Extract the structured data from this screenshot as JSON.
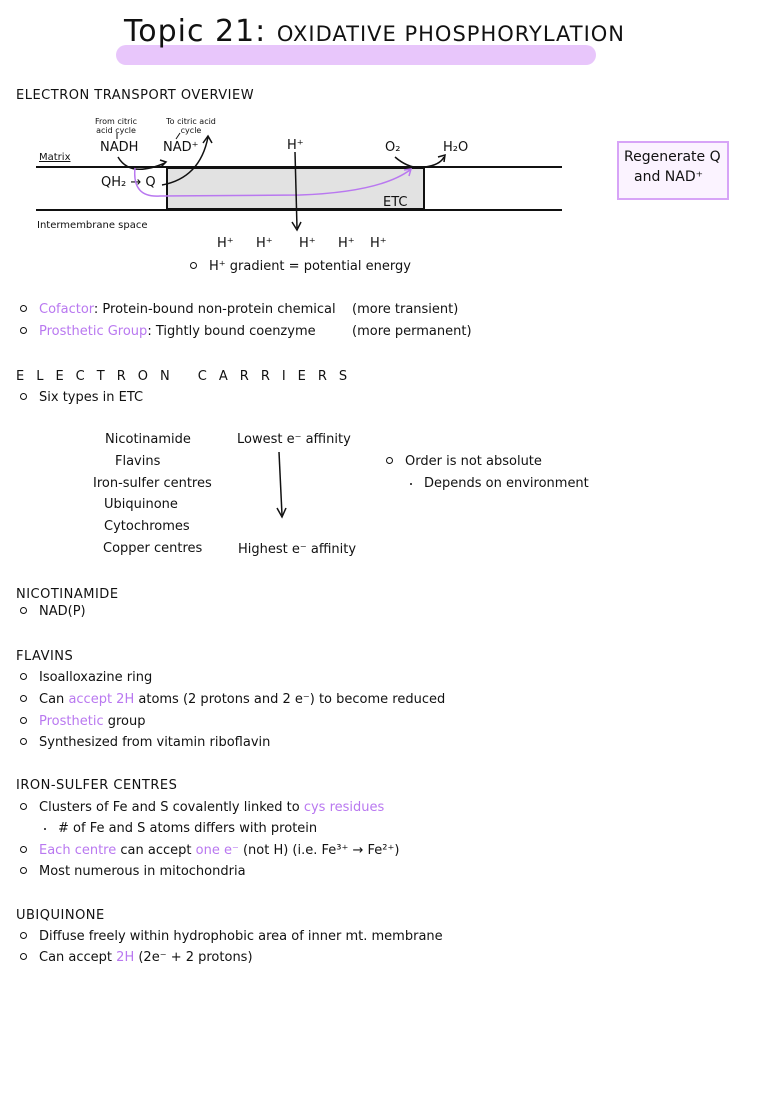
{
  "title": {
    "prefix": "Topic 21:",
    "main": "Oxidative Phosphorylation"
  },
  "colors": {
    "highlight": "#e8c6fb",
    "accent_purple": "#b978f0",
    "etc_fill": "#e2e2e2",
    "note_border": "#d7a4f7"
  },
  "overview": {
    "heading": "ELECTRON TRANSPORT OVERVIEW",
    "diagram": {
      "from_cycle_note": "From citric acid cycle",
      "to_cycle_note": "To citric acid cycle",
      "nadh": "NADH",
      "nad_plus": "NAD⁺",
      "h_plus_top": "H⁺",
      "o2": "O₂",
      "h2o": "H₂O",
      "matrix": "Matrix",
      "qh2_q": "QH₂ → Q",
      "etc": "ETC",
      "intermembrane": "Intermembrane space",
      "h_plus_row": [
        "H⁺",
        "H⁺",
        "H⁺",
        "H⁺",
        "H⁺"
      ],
      "gradient_note": "H⁺ gradient = potential energy"
    },
    "note_box": {
      "line1": "Regenerate Q",
      "line2": "and NAD⁺"
    }
  },
  "definitions": [
    {
      "term": "Cofactor",
      "sep": ":",
      "text": "Protein-bound non-protein chemical",
      "note": "(more transient)"
    },
    {
      "term": "Prosthetic Group",
      "sep": ":",
      "text": "Tightly bound coenzyme",
      "note": "(more permanent)"
    }
  ],
  "electron_carriers": {
    "heading": "ELECTRON CARRIERS",
    "bullet": "Six types in ETC",
    "list": [
      "Nicotinamide",
      "Flavins",
      "Iron-sulfer centres",
      "Ubiquinone",
      "Cytochromes",
      "Copper centres"
    ],
    "lowest": "Lowest e⁻ affinity",
    "highest": "Highest e⁻ affinity",
    "order_note": "Order is not absolute",
    "order_sub": "Depends on environment"
  },
  "nicotinamide": {
    "heading": "NICOTINAMIDE",
    "items": [
      "NAD(P)"
    ]
  },
  "flavins": {
    "heading": "FLAVINS",
    "item1": "Isoalloxazine ring",
    "item2_pre": "Can",
    "item2_hl": "accept 2H",
    "item2_post": "atoms  (2 protons and 2 e⁻)  to become reduced",
    "item3_hl": "Prosthetic",
    "item3_post": "group",
    "item4": "Synthesized from vitamin riboflavin"
  },
  "iron_sulfer": {
    "heading": "IRON-SULFER CENTRES",
    "item1_pre": "Clusters of Fe and S covalently linked to",
    "item1_hl": "cys residues",
    "sub1": "# of Fe and S atoms differs with protein",
    "item2_hl1": "Each centre",
    "item2_mid": "can accept",
    "item2_hl2": "one e⁻",
    "item2_post": "(not H)  (i.e. Fe³⁺ → Fe²⁺)",
    "item3": "Most numerous in mitochondria"
  },
  "ubiquinone": {
    "heading": "UBIQUINONE",
    "item1": "Diffuse freely within hydrophobic area of inner mt. membrane",
    "item2_pre": "Can accept",
    "item2_hl": "2H",
    "item2_post": "(2e⁻ + 2 protons)"
  }
}
